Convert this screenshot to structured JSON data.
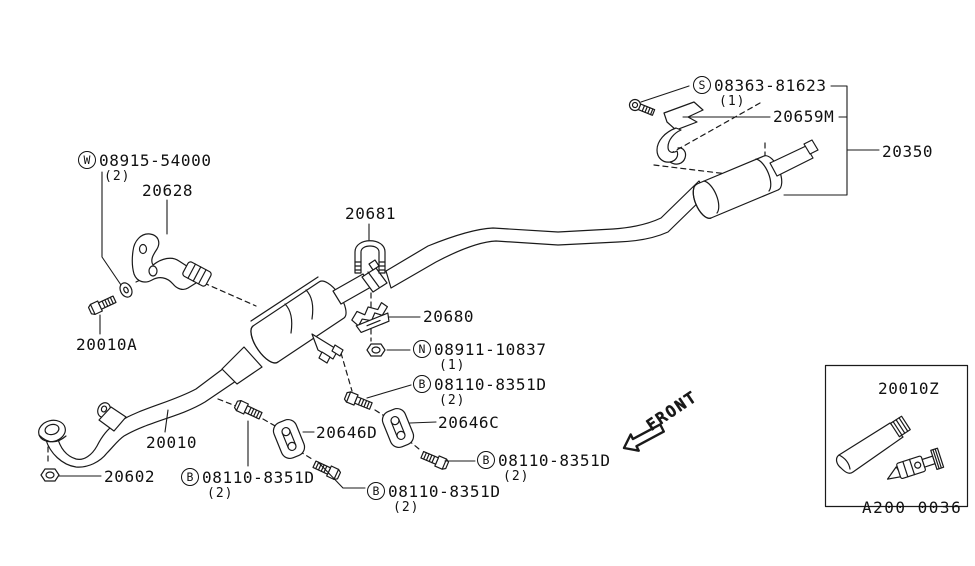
{
  "footer_code": "A200 0036",
  "front": {
    "label": "FRONT"
  },
  "labels": {
    "w_washer": {
      "prefix": "W",
      "code": "08915-54000",
      "qty": "(2)"
    },
    "s_screw": {
      "prefix": "S",
      "code": "08363-81623",
      "qty": "(1)"
    },
    "n_nut": {
      "prefix": "N",
      "code": "08911-10837",
      "qty": "(1)"
    },
    "b_bolt_bl": {
      "prefix": "B",
      "code": "08110-8351D",
      "qty": "(2)"
    },
    "b_bolt_mid": {
      "prefix": "B",
      "code": "08110-8351D",
      "qty": "(2)"
    },
    "b_bolt_right": {
      "prefix": "B",
      "code": "08110-8351D",
      "qty": "(2)"
    },
    "b_bolt_bottom": {
      "prefix": "B",
      "code": "08110-8351D",
      "qty": "(2)"
    },
    "p20628": {
      "code": "20628"
    },
    "p20681": {
      "code": "20681"
    },
    "p20680": {
      "code": "20680"
    },
    "p20659m": {
      "code": "20659M"
    },
    "p20350": {
      "code": "20350"
    },
    "p20010": {
      "code": "20010"
    },
    "p20010a": {
      "code": "20010A"
    },
    "p20602": {
      "code": "20602"
    },
    "p20646d": {
      "code": "20646D"
    },
    "p20646c": {
      "code": "20646C"
    },
    "p20010z": {
      "code": "20010Z"
    }
  }
}
